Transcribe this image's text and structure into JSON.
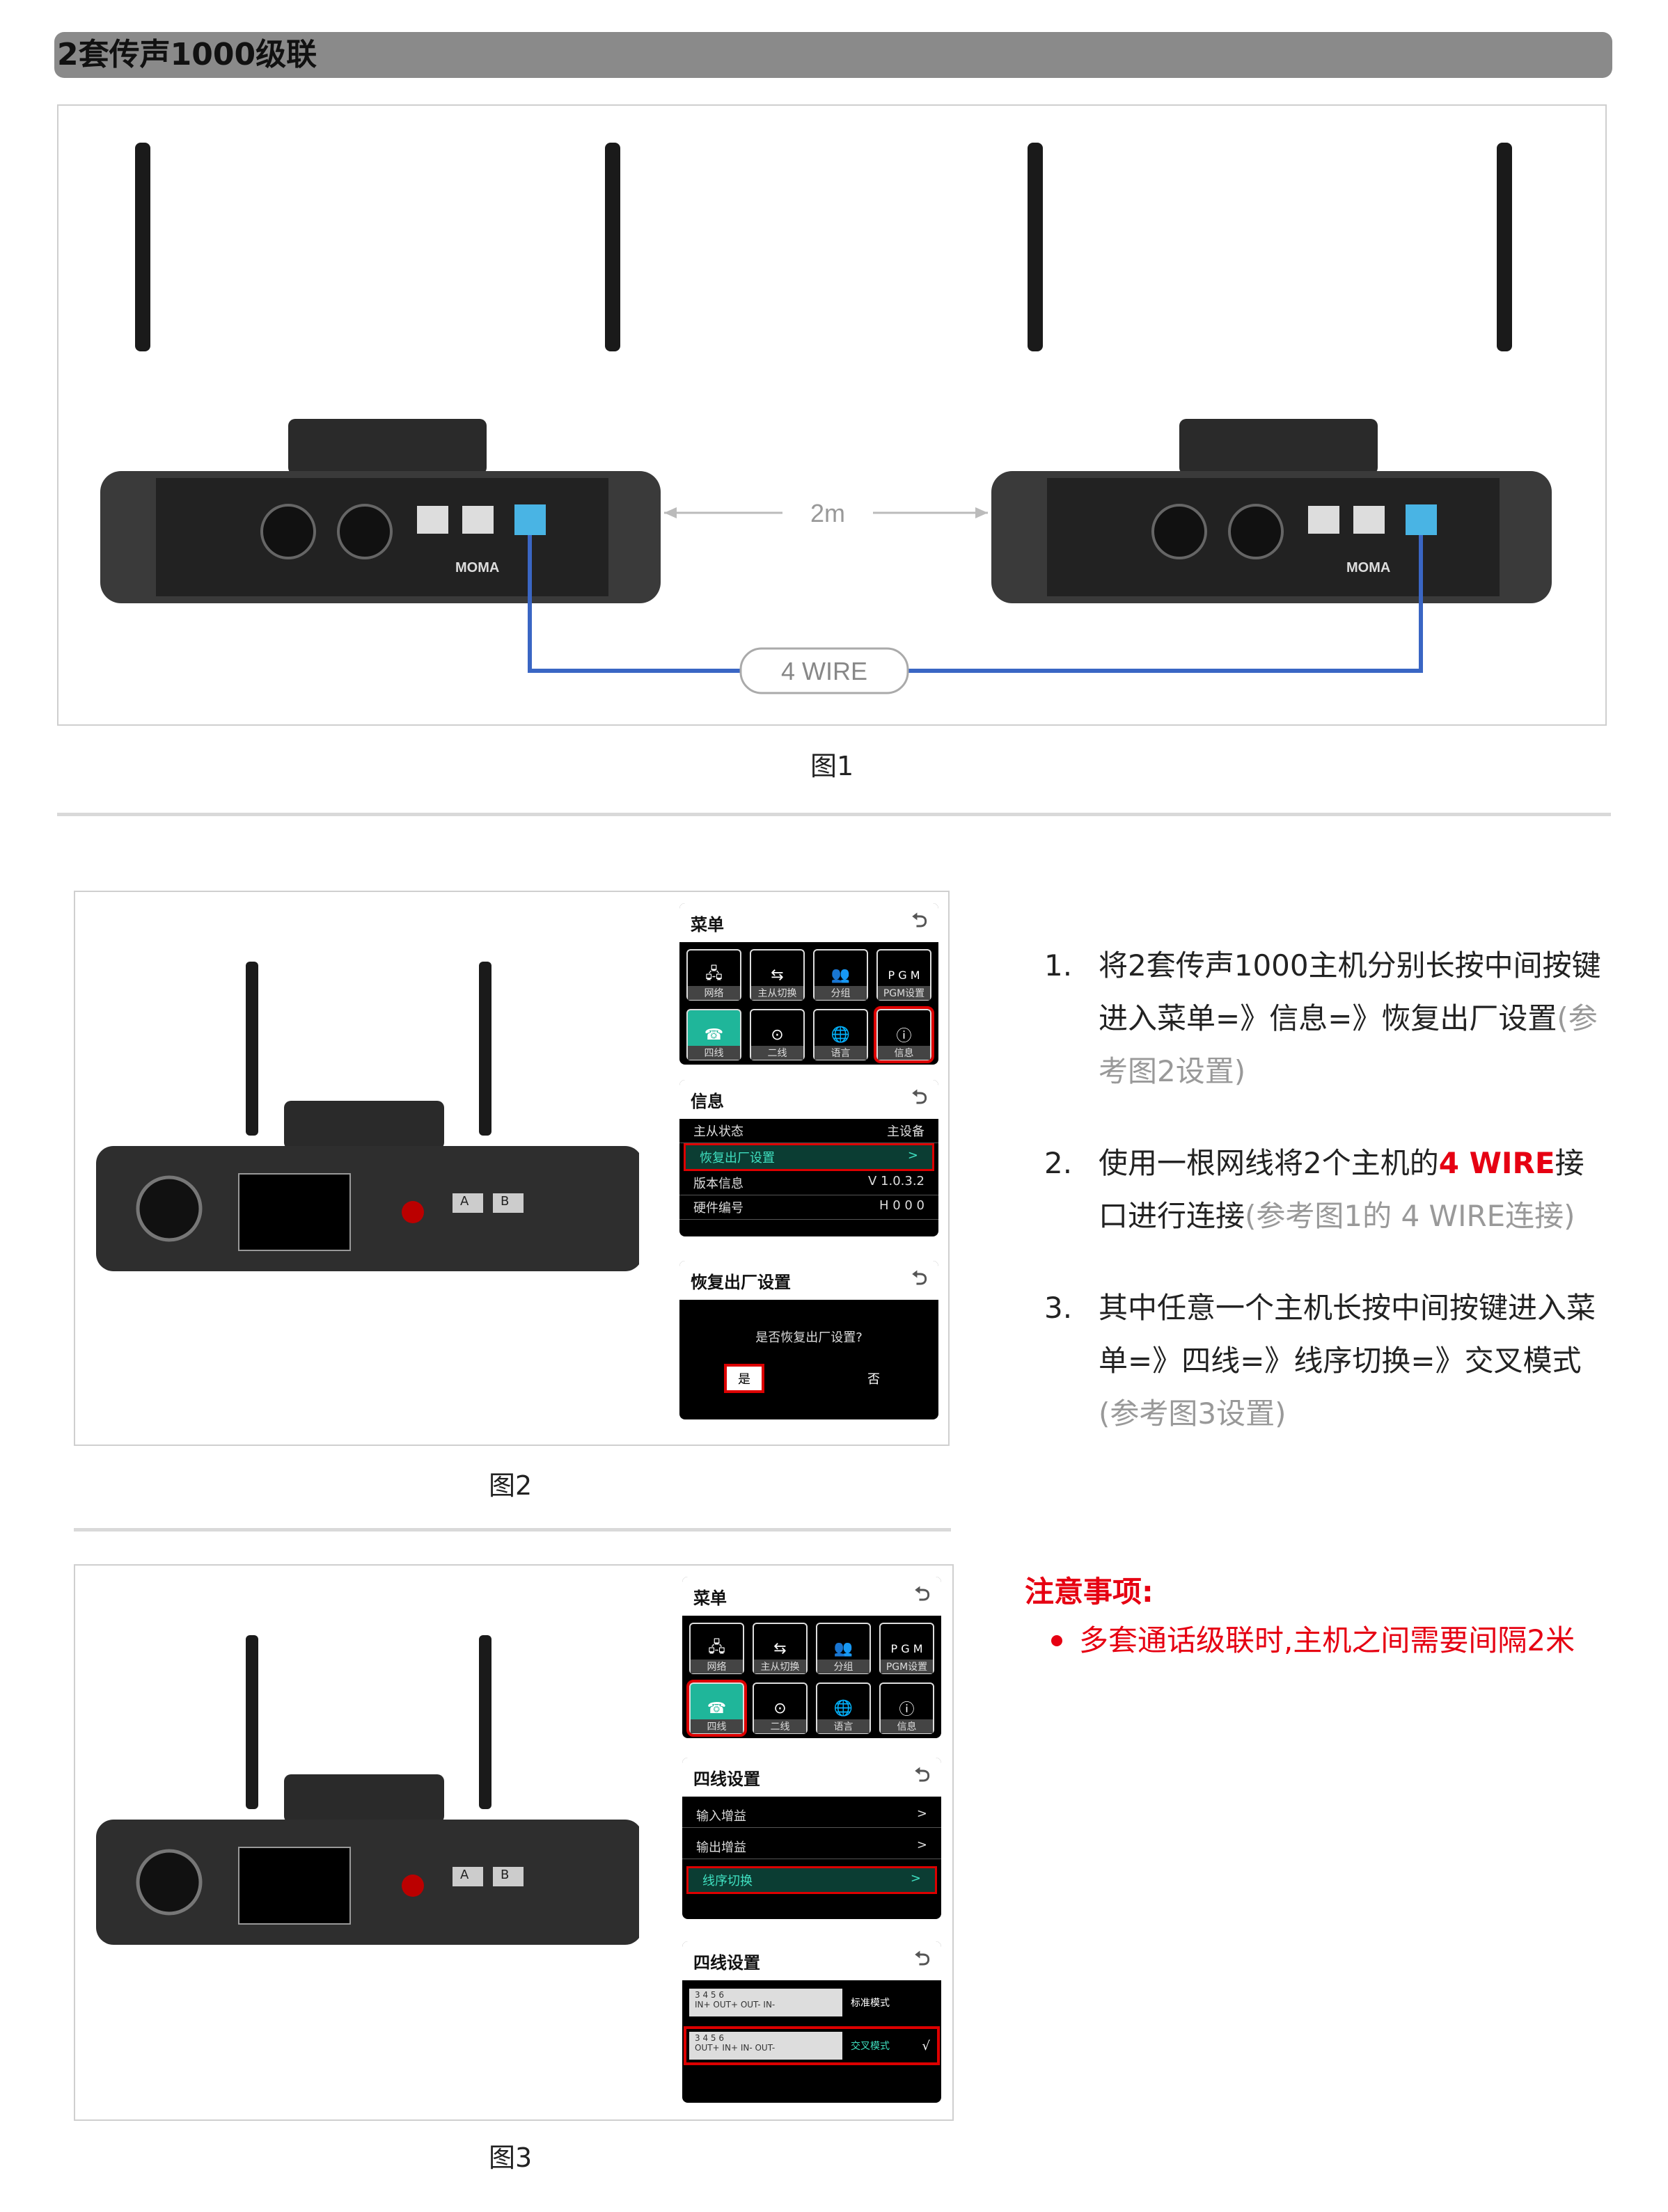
{
  "section": {
    "title": "2套传声1000级联"
  },
  "figure1": {
    "caption": "图1",
    "distance_label": "2m",
    "wire_label": "4 WIRE",
    "brand": "MOMA"
  },
  "figure2": {
    "caption": "图2",
    "screen_menu": {
      "title": "菜单",
      "items": [
        "网络",
        "主从切换",
        "分组",
        "PGM设置",
        "四线",
        "二线",
        "语言",
        "信息"
      ],
      "pgm": "P G M"
    },
    "screen_info": {
      "title": "信息",
      "rows": [
        {
          "k": "主从状态",
          "v": "主设备"
        },
        {
          "k": "恢复出厂设置",
          "v": ">"
        },
        {
          "k": "版本信息",
          "v": "V 1.0.3.2"
        },
        {
          "k": "硬件编号",
          "v": "H 0 0 0"
        }
      ]
    },
    "screen_reset": {
      "title": "恢复出厂设置",
      "question": "是否恢复出厂设置?",
      "yes": "是",
      "no": "否"
    }
  },
  "figure3": {
    "caption": "图3",
    "screen_menu": {
      "title": "菜单"
    },
    "screen_4wire": {
      "title": "四线设置",
      "rows": [
        {
          "k": "输入增益",
          "v": ">"
        },
        {
          "k": "输出增益",
          "v": ">"
        },
        {
          "k": "线序切换",
          "v": ">"
        }
      ]
    },
    "screen_order": {
      "title": "四线设置",
      "standard": {
        "top": "3    4       5    6",
        "bottom": "IN+  OUT+    OUT-  IN-",
        "label": "标准模式"
      },
      "cross": {
        "top": "3    4       5    6",
        "bottom": "OUT+  IN+    IN-  OUT-",
        "label": "交叉模式",
        "check": "√"
      }
    }
  },
  "steps": [
    {
      "num": "1.",
      "text": "将2套传声1000主机分别长按中间按键进入菜单=》信息=》恢复出厂设置",
      "ref": "(参考图2设置)"
    },
    {
      "num": "2.",
      "text_pre": "使用一根网线将2个主机的",
      "highlight": "4 WIRE",
      "text_post": "接口进行连接",
      "ref": "(参考图1的 4 WIRE连接)"
    },
    {
      "num": "3.",
      "text": "其中任意一个主机长按中间按键进入菜单=》四线=》线序切换=》交叉模式",
      "ref": "(参考图3设置)"
    }
  ],
  "notice": {
    "title": "注意事项:",
    "items": [
      "多套通话级联时,主机之间需要间隔2米"
    ]
  },
  "device_panel": {
    "a": "A",
    "b": "B"
  },
  "colors": {
    "accent_red": "#e60012",
    "wire_blue": "#3a66c4",
    "teal": "#1fb69a"
  }
}
